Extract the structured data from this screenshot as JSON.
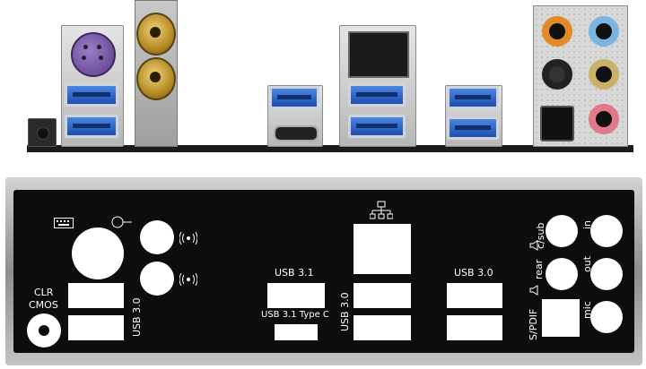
{
  "shield": {
    "clr_cmos_line1": "CLR",
    "clr_cmos_line2": "CMOS",
    "usb30_left": "USB 3.0",
    "usb31": "USB 3.1",
    "usb31_typec": "USB 3.1 Type C",
    "usb30_center": "USB 3.0",
    "usb30_right": "USB 3.0",
    "audio_csub": "c/sub",
    "audio_rear": "rear",
    "audio_in": "in",
    "audio_out": "out",
    "audio_mic": "mic",
    "spdif": "S/PDIF"
  },
  "icons": {
    "keyboard": "keyboard-icon",
    "mouse": "mouse-icon",
    "wifi": "wifi-icon",
    "network": "network-icon",
    "speaker": "speaker-icon",
    "gear": "gear-icon"
  },
  "colors": {
    "usb3_blue": "#2a62c9",
    "ps2_purple": "#7a5aae",
    "audio_orange": "#e08a2a",
    "audio_blue": "#7ab4e0",
    "audio_black": "#111111",
    "audio_gold": "#c8b26a",
    "audio_pink": "#e07a8a",
    "shield_black": "#0d0d0d"
  }
}
